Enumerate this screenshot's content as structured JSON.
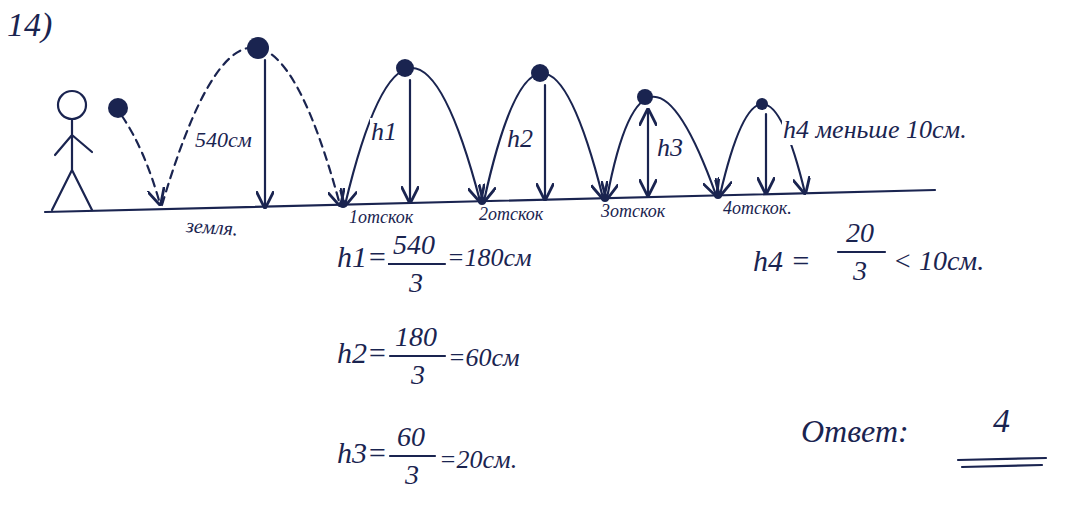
{
  "diagram": {
    "labels": [
      "14)",
      "540см",
      "h1",
      "h2",
      "h3",
      "h4 меньше 10см.",
      "земля.",
      "1отскок",
      "2отскок",
      "3отскок",
      "4отскок.",
      "h1=",
      "540",
      "3",
      "=180см",
      "h2=",
      "180",
      "3",
      "=60см",
      "h3=",
      "60",
      "3",
      "=20см.",
      "h4 =",
      "20",
      "3",
      "< 10см.",
      "Ответ:",
      "4"
    ]
  }
}
